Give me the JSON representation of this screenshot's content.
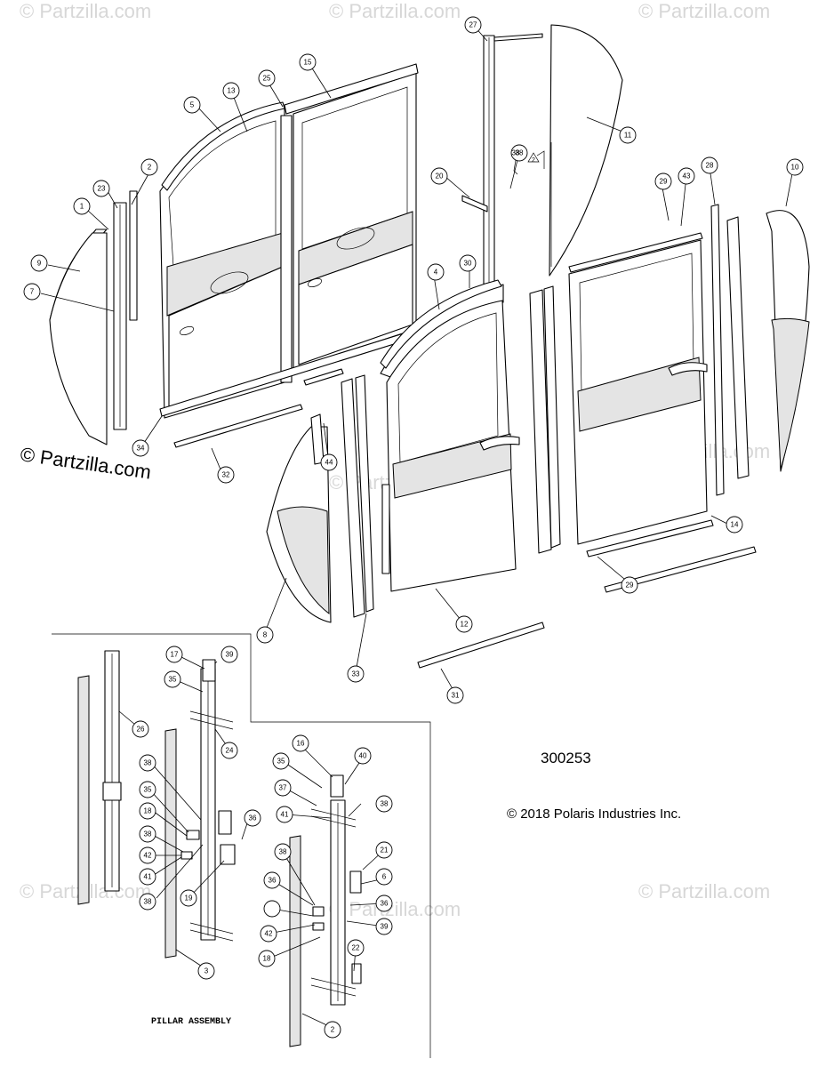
{
  "watermark": "© Partzilla.com",
  "copyright_watermark": "© Partzilla.com",
  "diagram_number": "300253",
  "copyright_text": "© 2018 Polaris Industries Inc.",
  "pillar_assembly_label": "PILLAR ASSEMBLY",
  "warning_symbol": "2",
  "callouts": [
    "1",
    "2",
    "4",
    "5",
    "7",
    "8",
    "9",
    "10",
    "11",
    "12",
    "13",
    "14",
    "15",
    "20",
    "23",
    "25",
    "27",
    "28",
    "29",
    "29",
    "30",
    "31",
    "32",
    "33",
    "34",
    "38",
    "43",
    "44",
    "16",
    "17",
    "18",
    "18",
    "19",
    "2",
    "3",
    "6",
    "21",
    "22",
    "24",
    "26",
    "35",
    "35",
    "35",
    "36",
    "36",
    "36",
    "37",
    "38",
    "38",
    "38",
    "38",
    "38",
    "38",
    "39",
    "39",
    "40",
    "41",
    "41",
    "42",
    "42"
  ]
}
